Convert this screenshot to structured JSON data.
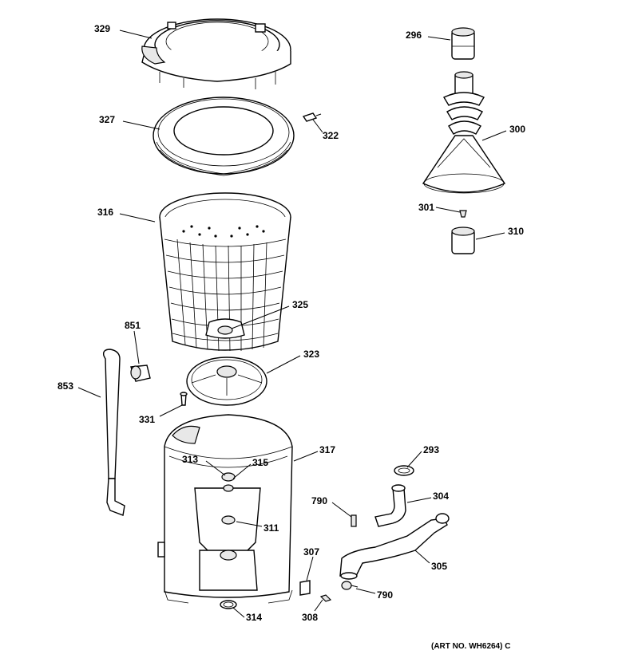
{
  "labels": {
    "l329": "329",
    "l327": "327",
    "l322": "322",
    "l316": "316",
    "l325": "325",
    "l851": "851",
    "l853": "853",
    "l323": "323",
    "l331": "331",
    "l317": "317",
    "l313": "313",
    "l315": "315",
    "l311": "311",
    "l314": "314",
    "l296": "296",
    "l300": "300",
    "l301": "301",
    "l310": "310",
    "l293": "293",
    "l304": "304",
    "l790a": "790",
    "l305": "305",
    "l307": "307",
    "l790b": "790",
    "l308": "308"
  },
  "art_number": "(ART NO. WH6264) C"
}
